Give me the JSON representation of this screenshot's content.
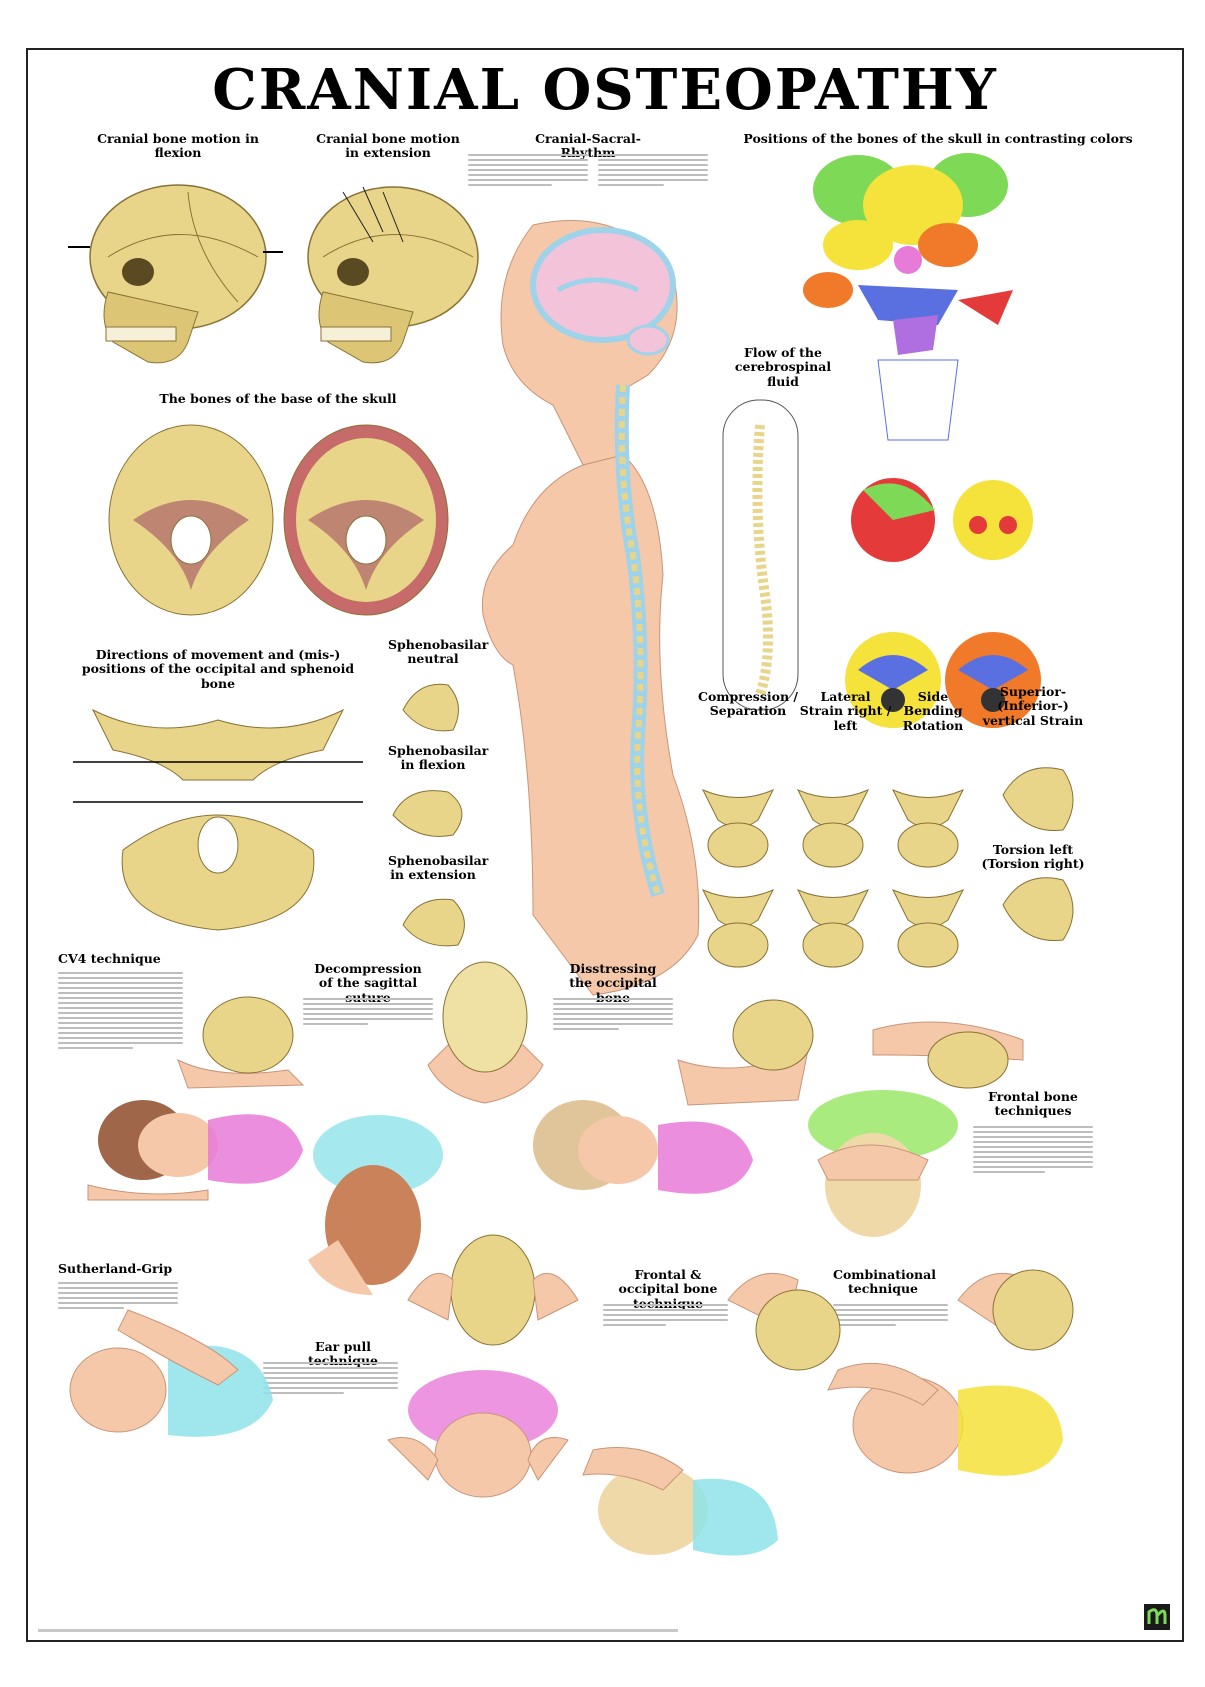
{
  "poster": {
    "title": "CRANIAL OSTEOPATHY",
    "headings": {
      "flexion": "Cranial bone motion in flexion",
      "extension": "Cranial bone motion in extension",
      "rhythm": "Cranial-Sacral-Rhythm",
      "positions": "Positions of the bones of the skull in contrasting colors",
      "base": "The bones of the base of the skull",
      "csf": "Flow of the cerebrospinal fluid",
      "directions": "Directions of movement and (mis-) positions of the occipital and sphenoid bone",
      "sb_neutral": "Sphenobasilar neutral",
      "sb_flexion": "Sphenobasilar in flexion",
      "sb_extension": "Sphenobasilar in extension",
      "compression": "Compression / Separation",
      "lateral": "Lateral Strain right / left",
      "sidebending": "Side Bending Rotation",
      "vertical": "Superior-(Inferior-) vertical Strain",
      "torsion": "Torsion left (Torsion right)",
      "cv4": "CV4 technique",
      "decompression": "Decompression of the sagittal suture",
      "disstressing": "Disstressing the occipital bone",
      "frontal_bone": "Frontal bone techniques",
      "sutherland": "Sutherland-Grip",
      "frontal_occipital": "Frontal & occipital bone technique",
      "combinational": "Combinational technique",
      "ear_pull": "Ear pull technique"
    }
  },
  "colors": {
    "bone": "#e8d58a",
    "bone_shade": "#b89a4e",
    "skin": "#f4c8a8",
    "csf_blue": "#9fd3ea",
    "brain_pink": "#f3c3d9",
    "accent_green": "#7ed957",
    "accent_yellow": "#f5e23a",
    "accent_orange": "#f07a2a",
    "accent_blue": "#5a6fe0",
    "accent_purple": "#b06fe0",
    "accent_red": "#e43a3a",
    "hair_magenta": "#e87ad8",
    "hair_cyan": "#8fe3ea",
    "hair_green": "#9be86a"
  }
}
